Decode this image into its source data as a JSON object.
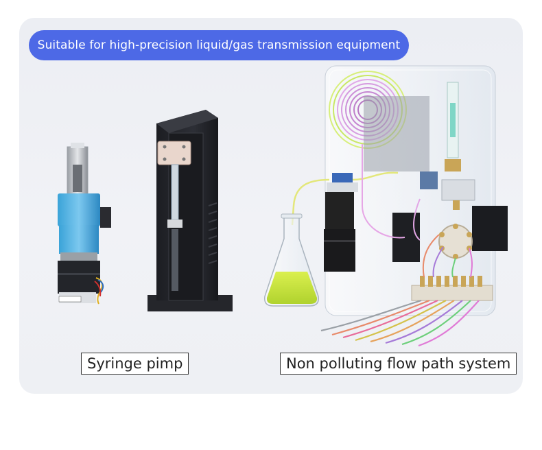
{
  "banner": {
    "text": "Suitable for high-precision liquid/gas transmission equipment"
  },
  "labels": {
    "left": "Syringe pimp",
    "right": "Non polluting flow path system"
  },
  "colors": {
    "banner": "#4d69e6",
    "card": "#eef0f4"
  }
}
